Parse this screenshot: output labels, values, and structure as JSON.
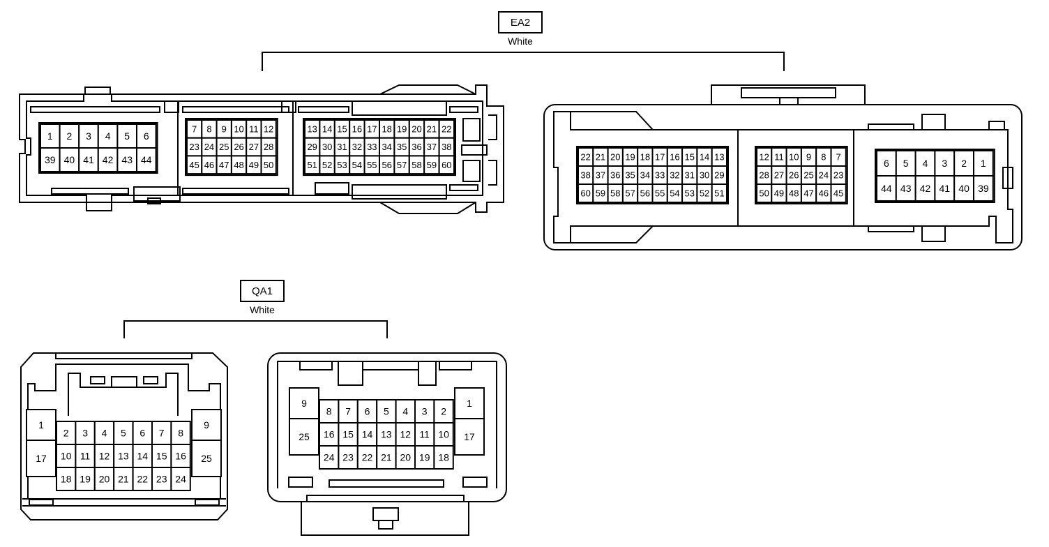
{
  "connectors": [
    {
      "code": "EA2",
      "color": "White",
      "views": [
        {
          "grids": [
            {
              "rows": [
                [
                  "1",
                  "2",
                  "3",
                  "4",
                  "5",
                  "6"
                ],
                [
                  "39",
                  "40",
                  "41",
                  "42",
                  "43",
                  "44"
                ]
              ]
            },
            {
              "rows": [
                [
                  "7",
                  "8",
                  "9",
                  "10",
                  "11",
                  "12"
                ],
                [
                  "23",
                  "24",
                  "25",
                  "26",
                  "27",
                  "28"
                ],
                [
                  "45",
                  "46",
                  "47",
                  "48",
                  "49",
                  "50"
                ]
              ]
            },
            {
              "rows": [
                [
                  "13",
                  "14",
                  "15",
                  "16",
                  "17",
                  "18",
                  "19",
                  "20",
                  "21",
                  "22"
                ],
                [
                  "29",
                  "30",
                  "31",
                  "32",
                  "33",
                  "34",
                  "35",
                  "36",
                  "37",
                  "38"
                ],
                [
                  "51",
                  "52",
                  "53",
                  "54",
                  "55",
                  "56",
                  "57",
                  "58",
                  "59",
                  "60"
                ]
              ]
            }
          ]
        },
        {
          "grids": [
            {
              "rows": [
                [
                  "22",
                  "21",
                  "20",
                  "19",
                  "18",
                  "17",
                  "16",
                  "15",
                  "14",
                  "13"
                ],
                [
                  "38",
                  "37",
                  "36",
                  "35",
                  "34",
                  "33",
                  "32",
                  "31",
                  "30",
                  "29"
                ],
                [
                  "60",
                  "59",
                  "58",
                  "57",
                  "56",
                  "55",
                  "54",
                  "53",
                  "52",
                  "51"
                ]
              ]
            },
            {
              "rows": [
                [
                  "12",
                  "11",
                  "10",
                  "9",
                  "8",
                  "7"
                ],
                [
                  "28",
                  "27",
                  "26",
                  "25",
                  "24",
                  "23"
                ],
                [
                  "50",
                  "49",
                  "48",
                  "47",
                  "46",
                  "45"
                ]
              ]
            },
            {
              "rows": [
                [
                  "6",
                  "5",
                  "4",
                  "3",
                  "2",
                  "1"
                ],
                [
                  "44",
                  "43",
                  "42",
                  "41",
                  "40",
                  "39"
                ]
              ]
            }
          ]
        }
      ]
    },
    {
      "code": "QA1",
      "color": "White",
      "views": [
        {
          "side_left": [
            "1",
            "17"
          ],
          "rows": [
            [
              "2",
              "3",
              "4",
              "5",
              "6",
              "7",
              "8"
            ],
            [
              "10",
              "11",
              "12",
              "13",
              "14",
              "15",
              "16"
            ],
            [
              "18",
              "19",
              "20",
              "21",
              "22",
              "23",
              "24"
            ]
          ],
          "side_right": [
            "9",
            "25"
          ]
        },
        {
          "side_left": [
            "9",
            "25"
          ],
          "rows": [
            [
              "8",
              "7",
              "6",
              "5",
              "4",
              "3",
              "2"
            ],
            [
              "16",
              "15",
              "14",
              "13",
              "12",
              "11",
              "10"
            ],
            [
              "24",
              "23",
              "22",
              "21",
              "20",
              "19",
              "18"
            ]
          ],
          "side_right": [
            "1",
            "17"
          ]
        }
      ]
    }
  ]
}
